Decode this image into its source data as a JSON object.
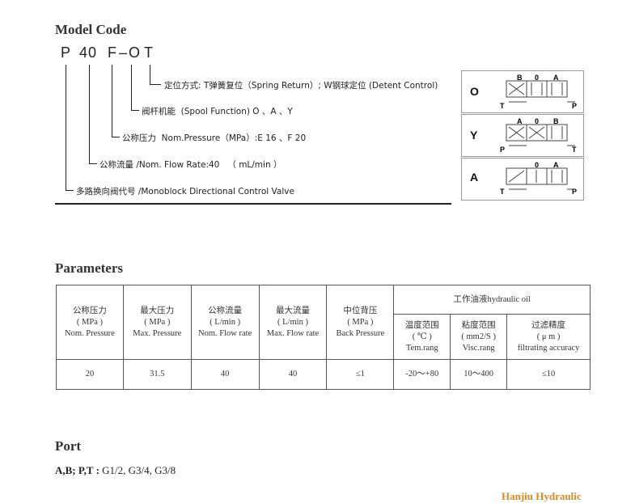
{
  "model_code": {
    "heading": "Model Code",
    "code_parts": [
      "P",
      "40",
      "F",
      "–",
      "O",
      "T"
    ],
    "lines": [
      "定位方式: T弹簧复位（Spring Return）; W钢球定位 (Detent Control)",
      "阀杆机能  (Spool Function) O 、A 、Y",
      "公称压力  Nom.Pressure（MPa）:E 16 、F 20",
      "公称流量 /Nom. Flow Rate:40   （ mL/min ）",
      "多路换向阀代号 /Monoblock Directional Control Valve"
    ]
  },
  "symbols": [
    {
      "letter": "O",
      "top_ports": [
        "B",
        "0",
        "A"
      ],
      "bottom_ports": [
        "T",
        "P"
      ]
    },
    {
      "letter": "Y",
      "top_ports": [
        "A",
        "0",
        "B"
      ],
      "bottom_ports": [
        "P",
        "T"
      ]
    },
    {
      "letter": "A",
      "top_ports": [
        "0",
        "A"
      ],
      "bottom_ports": [
        "T",
        "P"
      ]
    }
  ],
  "parameters": {
    "heading": "Parameters",
    "oil_group": "工作油液hydraulic oil",
    "columns": [
      {
        "cn": "公称压力",
        "unit": "( MPa )",
        "en": "Nom. Pressure"
      },
      {
        "cn": "最大压力",
        "unit": "( MPa )",
        "en": "Max. Pressure"
      },
      {
        "cn": "公称流量",
        "unit": "( L/min )",
        "en": "Nom. Flow rate"
      },
      {
        "cn": "最大流量",
        "unit": "( L/min )",
        "en": "Max. Flow rate"
      },
      {
        "cn": "中位背压",
        "unit": "( MPa )",
        "en": "Back Pressure"
      }
    ],
    "oil_columns": [
      {
        "cn": "温度范围",
        "unit": "( ℃ )",
        "en": "Tem.rang"
      },
      {
        "cn": "粘度范围",
        "unit": "( mm2/S )",
        "en": "Visc.rang"
      },
      {
        "cn": "过滤精度",
        "unit": "( μ m )",
        "en": "filtrating accuracy"
      }
    ],
    "values": [
      "20",
      "31.5",
      "40",
      "40",
      "≤1",
      "-20～+80",
      "10～400",
      "≤10"
    ]
  },
  "port": {
    "heading": "Port",
    "label": "A,B; P,T :",
    "value": " G1/2, G3/4, G3/8"
  },
  "brand": "Hanjiu Hydraulic"
}
